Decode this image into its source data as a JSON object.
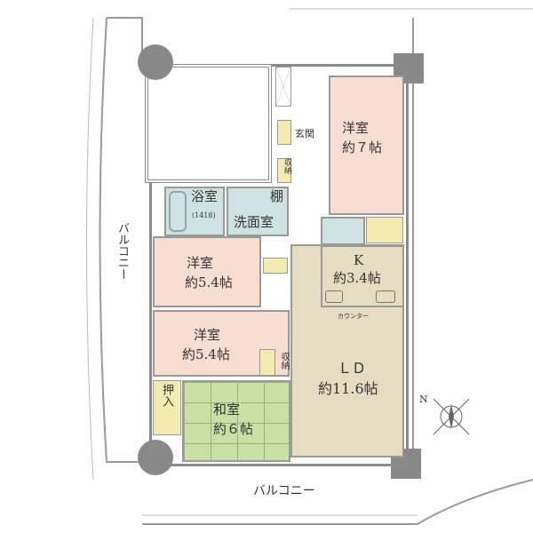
{
  "rooms": {
    "western_7": {
      "name": "洋室",
      "size": "約７帖"
    },
    "western_54_upper": {
      "name": "洋室",
      "size": "約5.4帖"
    },
    "western_54_lower": {
      "name": "洋室",
      "size": "約5.4帖"
    },
    "japanese": {
      "name": "和室",
      "size": "約６帖"
    },
    "kitchen": {
      "name": "K",
      "size": "約3.4帖"
    },
    "living_dining": {
      "name": "ＬＤ",
      "size": "約11.6帖"
    },
    "bath": {
      "name": "浴室",
      "size": "(1418)"
    },
    "washroom": {
      "name": "洗面室"
    },
    "shelf": {
      "name": "棚"
    },
    "entrance": {
      "name": "玄関"
    },
    "storage_1": {
      "name": "収納"
    },
    "storage_2": {
      "name": "収納"
    },
    "closet": {
      "name": "押入"
    },
    "counter": {
      "name": "カウンター"
    }
  },
  "balcony_left": "バルコニー",
  "balcony_bottom": "バルコニー",
  "compass": "N"
}
